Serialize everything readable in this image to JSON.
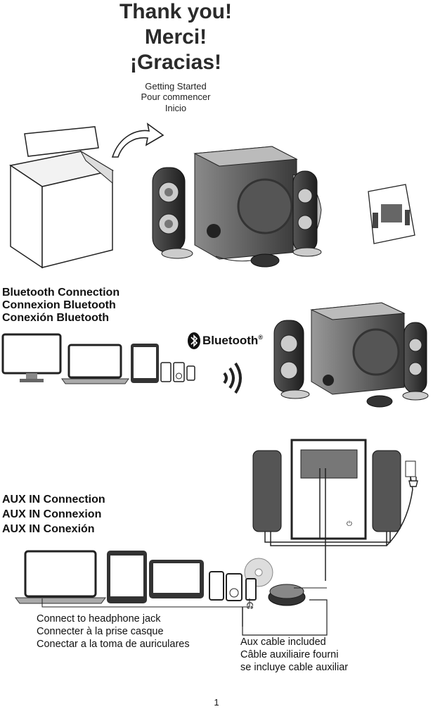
{
  "header": {
    "titles": [
      "Thank you!",
      "Merci!",
      "¡Gracias!"
    ],
    "subtitles": [
      "Getting Started",
      "Pour commencer",
      "Inicio"
    ]
  },
  "bluetooth": {
    "headings": [
      "Bluetooth Connection",
      "Connexion Bluetooth",
      "Conexión Bluetooth"
    ],
    "logo_text": "Bluetooth",
    "logo_mark": "®"
  },
  "aux": {
    "headings": [
      "AUX IN Connection",
      "AUX IN Connexion",
      "AUX IN Conexión"
    ],
    "jack_notes": [
      "Connect to headphone jack",
      "Connecter à la prise casque",
      "Conectar a la toma de auriculares"
    ],
    "cable_notes": [
      "Aux cable included",
      "Câble auxiliaire fourni",
      "se incluye cable auxiliar"
    ]
  },
  "footer": {
    "page_number": "1"
  },
  "colors": {
    "ink": "#2a2a2a",
    "speaker_dark": "#3a3a3a",
    "speaker_light": "#d8d8d8"
  },
  "icons": [
    "arrow-icon",
    "box-icon",
    "speaker-system-icon",
    "manual-booklet-icon",
    "bluetooth-logo-icon",
    "wireless-signal-icon",
    "monitor-icon",
    "laptop-icon",
    "tablet-icon",
    "phone-icon",
    "music-player-icon",
    "cd-icon",
    "headphone-jack-icon",
    "power-plug-icon"
  ]
}
